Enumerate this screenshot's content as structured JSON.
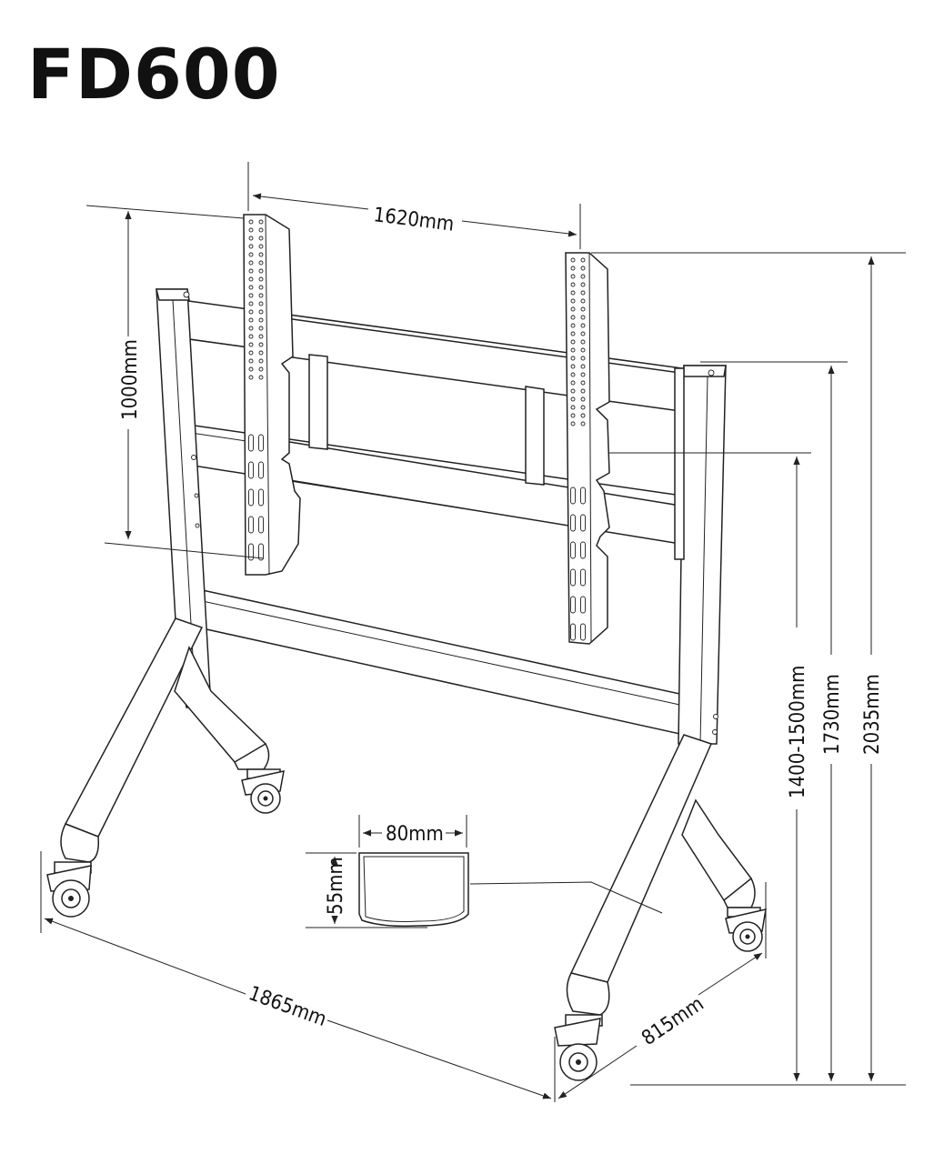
{
  "title": "FD600",
  "dimensions": {
    "mount_width": "1620mm",
    "mount_height": "1000mm",
    "center_height": "1400-1500mm",
    "upright_height": "1730mm",
    "total_height": "2035mm",
    "tray_width": "80mm",
    "tray_depth": "55mm",
    "base_width": "1865mm",
    "base_depth": "815mm"
  }
}
